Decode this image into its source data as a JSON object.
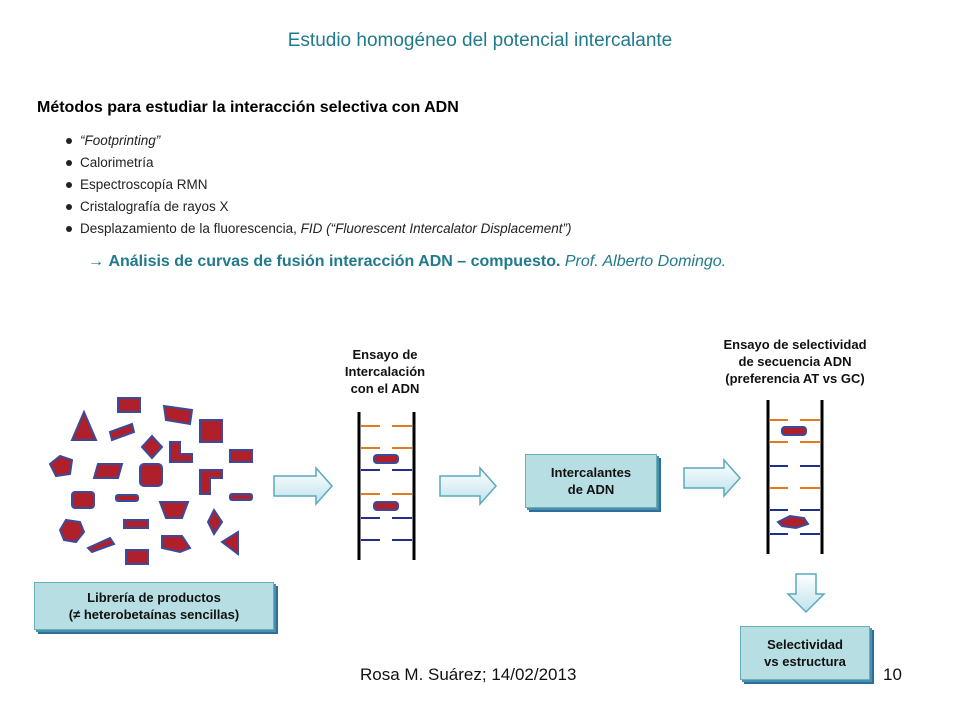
{
  "title": "Estudio homogéneo del potencial intercalante",
  "heading": "Métodos para estudiar la interacción selectiva con ADN",
  "bullets": [
    {
      "prefix": "",
      "italic": "“Footprinting”",
      "suffix": ""
    },
    {
      "prefix": "Calorimetría",
      "italic": "",
      "suffix": ""
    },
    {
      "prefix": "Espectroscopía RMN",
      "italic": "",
      "suffix": ""
    },
    {
      "prefix": "Cristalografía de rayos X",
      "italic": "",
      "suffix": ""
    },
    {
      "prefix": "Desplazamiento de la fluorescencia, ",
      "italic": "FID (“Fluorescent Intercalator Displacement”)",
      "suffix": ""
    }
  ],
  "result": {
    "arrow": "→ ",
    "bold": "Análisis de curvas de fusión interacción ADN – compuesto.",
    "italic": " Prof. Alberto Domingo."
  },
  "diagram": {
    "library_label_line1": "Librería de productos",
    "library_label_line2": "(≠ heterobetaínas sencillas)",
    "assay1_line1": "Ensayo de",
    "assay1_line2": "Intercalación",
    "assay1_line3": "con el ADN",
    "intercalators_line1": "Intercalantes",
    "intercalators_line2": "de ADN",
    "assay2_line1": "Ensayo de selectividad",
    "assay2_line2": "de secuencia ADN",
    "assay2_line3": "(preferencia AT vs GC)",
    "selectivity_line1": "Selectividad",
    "selectivity_line2": "vs estructura"
  },
  "colors": {
    "accent": "#1f7a8c",
    "molecule_fill": "#b0202a",
    "molecule_stroke": "#3b4a9a",
    "gc_pair": "#e07b20",
    "at_pair": "#1f2f8a",
    "box_fill": "#b7dfe3"
  },
  "footer": "Rosa M. Suárez; 14/02/2013",
  "page_number": "10"
}
